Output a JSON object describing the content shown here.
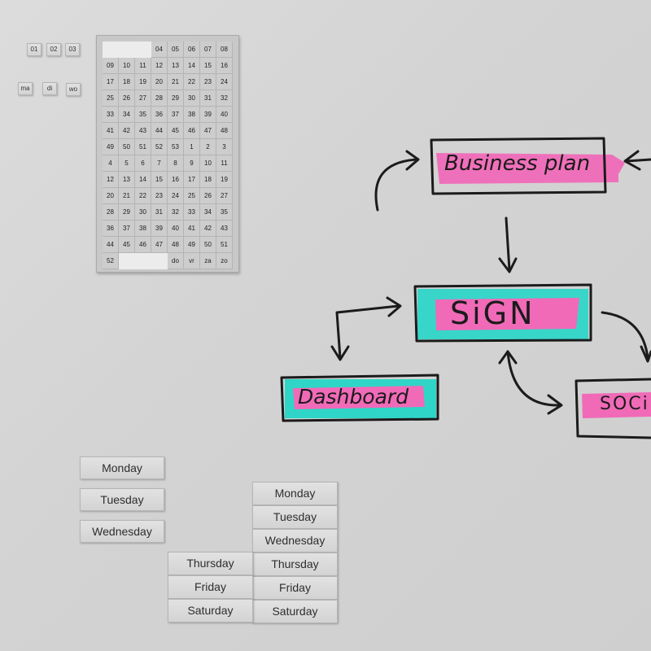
{
  "number_magnets": [
    "01",
    "02",
    "03"
  ],
  "day_abbrev_magnets": [
    "ma",
    "di",
    "wo"
  ],
  "calendar_sheet": {
    "rows": [
      [
        "",
        "",
        "",
        "04",
        "05",
        "06",
        "07",
        "08"
      ],
      [
        "09",
        "10",
        "11",
        "12",
        "13",
        "14",
        "15",
        "16"
      ],
      [
        "17",
        "18",
        "19",
        "20",
        "21",
        "22",
        "23",
        "24"
      ],
      [
        "25",
        "26",
        "27",
        "28",
        "29",
        "30",
        "31",
        "32"
      ],
      [
        "33",
        "34",
        "35",
        "36",
        "37",
        "38",
        "39",
        "40"
      ],
      [
        "41",
        "42",
        "43",
        "44",
        "45",
        "46",
        "47",
        "48"
      ],
      [
        "49",
        "50",
        "51",
        "52",
        "53",
        "1",
        "2",
        "3"
      ],
      [
        "4",
        "5",
        "6",
        "7",
        "8",
        "9",
        "10",
        "11"
      ],
      [
        "12",
        "13",
        "14",
        "15",
        "16",
        "17",
        "18",
        "19"
      ],
      [
        "20",
        "21",
        "22",
        "23",
        "24",
        "25",
        "26",
        "27"
      ],
      [
        "28",
        "29",
        "30",
        "31",
        "32",
        "33",
        "34",
        "35"
      ],
      [
        "36",
        "37",
        "38",
        "39",
        "40",
        "41",
        "42",
        "43"
      ],
      [
        "44",
        "45",
        "46",
        "47",
        "48",
        "49",
        "50",
        "51"
      ],
      [
        "52",
        "",
        "",
        "",
        "do",
        "vr",
        "za",
        "zo"
      ]
    ]
  },
  "day_magnets_left": [
    "Monday",
    "Tuesday",
    "Wednesday"
  ],
  "day_strip_right": [
    "Monday",
    "Tuesday",
    "Wednesday",
    "Thursday",
    "Friday",
    "Saturday"
  ],
  "day_strip_middle": [
    "Thursday",
    "Friday",
    "Saturday"
  ],
  "whiteboard": {
    "business_plan": "Business plan",
    "sign": "SiGN",
    "dashboard": "Dashboard",
    "social": "SOCi"
  },
  "colors": {
    "highlight_pink": "#f06ab8",
    "highlight_cyan": "#2fd6c8",
    "marker": "#1b1b1b"
  }
}
